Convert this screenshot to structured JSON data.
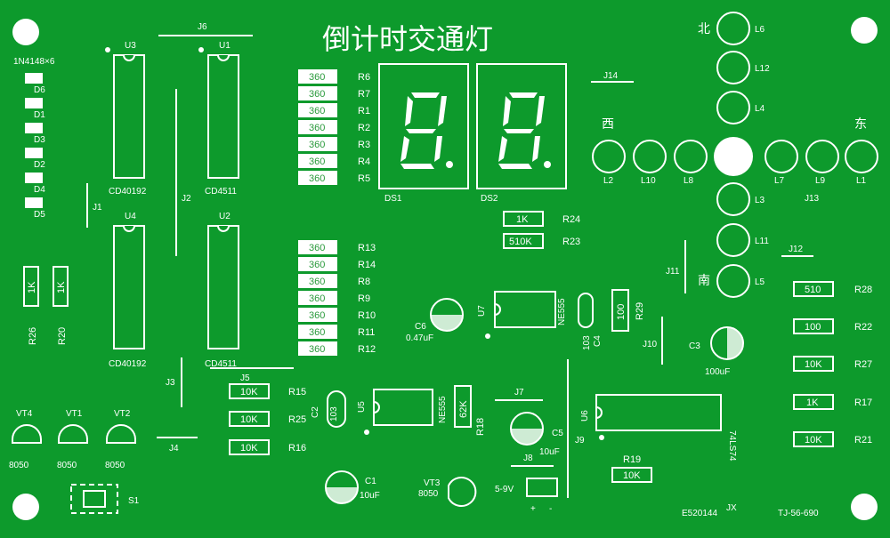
{
  "board": {
    "title": "倒计时交通灯",
    "marking_ul": "E520144",
    "marking_ul_suffix": "JX",
    "marking_model": "TJ-56-690",
    "colors": {
      "board": "#0d9a2c",
      "silk": "#ffffff",
      "pad": "#d8f0d8"
    }
  },
  "diodes": {
    "header": "1N4148×6",
    "labels": [
      "D6",
      "D1",
      "D3",
      "D2",
      "D4",
      "D5"
    ]
  },
  "ics": [
    {
      "ref": "U3",
      "part": "CD40192"
    },
    {
      "ref": "U1",
      "part": "CD4511"
    },
    {
      "ref": "U4",
      "part": "CD40192"
    },
    {
      "ref": "U2",
      "part": "CD4511"
    },
    {
      "ref": "U7",
      "part": "NE555"
    },
    {
      "ref": "U5",
      "part": "NE555"
    },
    {
      "ref": "U6",
      "part": "74LS74"
    }
  ],
  "jumpers": [
    "J1",
    "J2",
    "J3",
    "J4",
    "J5",
    "J6",
    "J7",
    "J8",
    "J9",
    "J10",
    "J11",
    "J12",
    "J13",
    "J14"
  ],
  "resistors_top": [
    {
      "value": "360",
      "ref": "R6"
    },
    {
      "value": "360",
      "ref": "R7"
    },
    {
      "value": "360",
      "ref": "R1"
    },
    {
      "value": "360",
      "ref": "R2"
    },
    {
      "value": "360",
      "ref": "R3"
    },
    {
      "value": "360",
      "ref": "R4"
    },
    {
      "value": "360",
      "ref": "R5"
    }
  ],
  "resistors_mid": [
    {
      "value": "360",
      "ref": "R13"
    },
    {
      "value": "360",
      "ref": "R14"
    },
    {
      "value": "360",
      "ref": "R8"
    },
    {
      "value": "360",
      "ref": "R9"
    },
    {
      "value": "360",
      "ref": "R10"
    },
    {
      "value": "360",
      "ref": "R11"
    },
    {
      "value": "360",
      "ref": "R12"
    }
  ],
  "resistors_left": [
    {
      "value": "1K",
      "ref": "R26"
    },
    {
      "value": "1K",
      "ref": "R20"
    }
  ],
  "resistors_bottom": [
    {
      "value": "10K",
      "ref": "R15"
    },
    {
      "value": "10K",
      "ref": "R25"
    },
    {
      "value": "10K",
      "ref": "R16"
    }
  ],
  "resistors_right": [
    {
      "value": "510",
      "ref": "R28"
    },
    {
      "value": "100",
      "ref": "R22"
    },
    {
      "value": "10K",
      "ref": "R27"
    },
    {
      "value": "1K",
      "ref": "R17"
    },
    {
      "value": "10K",
      "ref": "R21"
    }
  ],
  "resistors_misc": [
    {
      "value": "1K",
      "ref": "R24"
    },
    {
      "value": "510K",
      "ref": "R23"
    },
    {
      "value": "100",
      "ref": "R29"
    },
    {
      "value": "62K",
      "ref": "R18"
    },
    {
      "value": "10K",
      "ref": "R19"
    }
  ],
  "displays": [
    "DS1",
    "DS2"
  ],
  "caps": [
    {
      "ref": "C6",
      "value": "0.47uF"
    },
    {
      "ref": "C3",
      "value": "100uF"
    },
    {
      "ref": "C5",
      "value": "10uF"
    },
    {
      "ref": "C1",
      "value": "10uF"
    },
    {
      "ref": "C2",
      "value": "103"
    },
    {
      "ref": "C4",
      "value": "103"
    }
  ],
  "transistors": [
    {
      "ref": "VT4",
      "part": "8050"
    },
    {
      "ref": "VT1",
      "part": "8050"
    },
    {
      "ref": "VT2",
      "part": "8050"
    },
    {
      "ref": "VT3",
      "part": "8050"
    }
  ],
  "leds": {
    "north": [
      "L6",
      "L12",
      "L4"
    ],
    "south": [
      "L3",
      "L11",
      "L5"
    ],
    "west": [
      "L2",
      "L10",
      "L8"
    ],
    "east": [
      "L7",
      "L9",
      "L1"
    ],
    "directions": {
      "north": "北",
      "south": "南",
      "west": "西",
      "east": "东"
    }
  },
  "switch": "S1",
  "power": {
    "label": "5-9V",
    "plus": "+",
    "minus": "-"
  }
}
